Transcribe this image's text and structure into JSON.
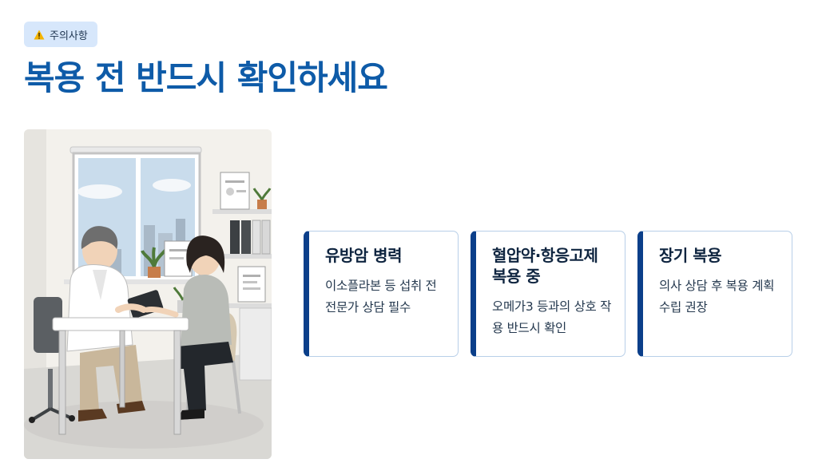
{
  "badge": {
    "icon": "warning-icon",
    "label": "주의사항"
  },
  "title": "복용 전 반드시 확인하세요",
  "illustration": {
    "name": "doctor-consultation-illustration"
  },
  "cards": [
    {
      "title": "유방암 병력",
      "desc": "이소플라본 등 섭취 전 전문가 상담 필수"
    },
    {
      "title": "혈압약·항응고제 복용 중",
      "desc": "오메가3 등과의 상호 작용 반드시 확인"
    },
    {
      "title": "장기 복용",
      "desc": "의사 상담 후 복용 계획 수립 권장"
    }
  ],
  "colors": {
    "title": "#0e5ba8",
    "accent": "#0b3f8a",
    "badge_bg": "#d7e7fb",
    "card_border": "#b8cfe8"
  }
}
